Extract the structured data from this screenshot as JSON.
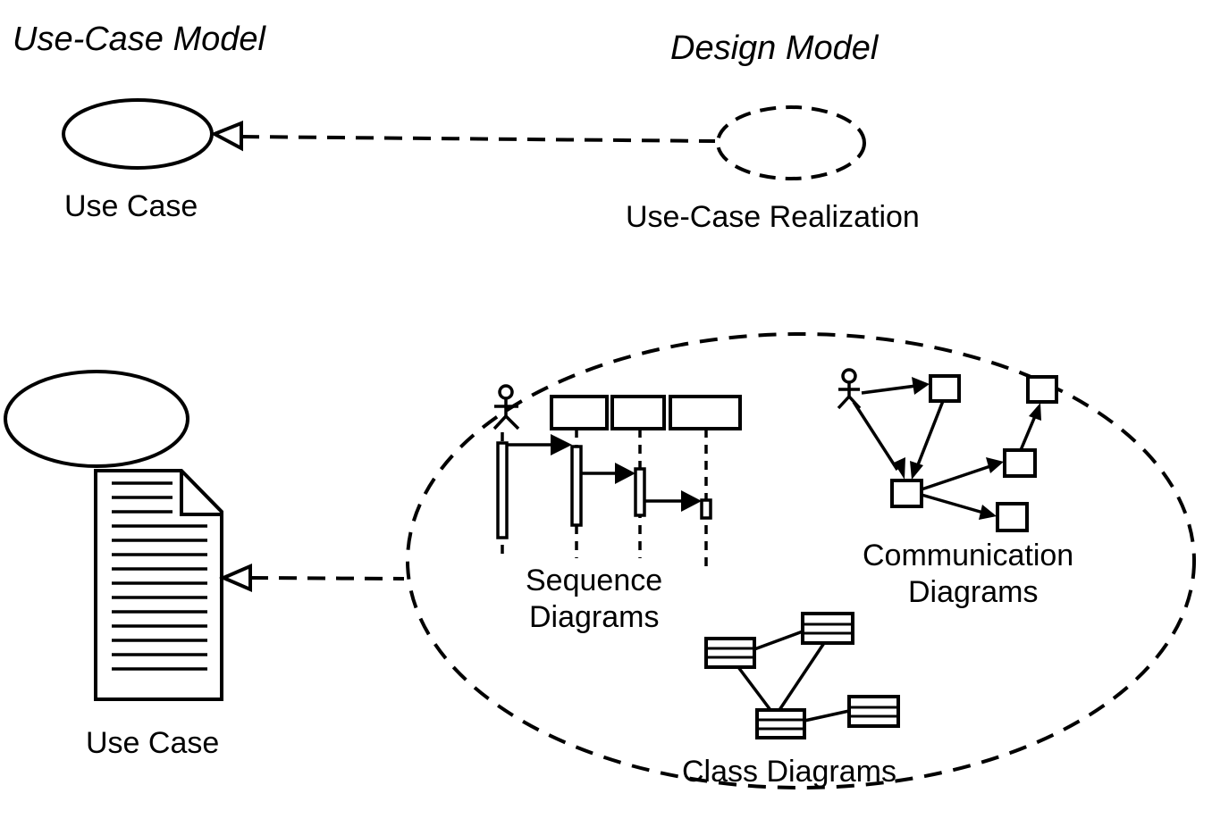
{
  "headers": {
    "use_case_model": "Use-Case Model",
    "design_model": "Design Model"
  },
  "labels": {
    "use_case_top": "Use Case",
    "use_case_realization": "Use-Case Realization",
    "use_case_bottom": "Use Case",
    "sequence_line1": "Sequence",
    "sequence_line2": "Diagrams",
    "communication_line1": "Communication",
    "communication_line2": "Diagrams",
    "class_diagrams": "Class Diagrams"
  },
  "icons": {
    "use_case": "ellipse-icon",
    "realization": "dashed-ellipse-icon",
    "document": "document-icon",
    "actor": "stick-figure-icon",
    "realizes_arrow": "hollow-triangle-arrow-icon"
  },
  "colors": {
    "ink": "#000000",
    "background": "#ffffff"
  }
}
